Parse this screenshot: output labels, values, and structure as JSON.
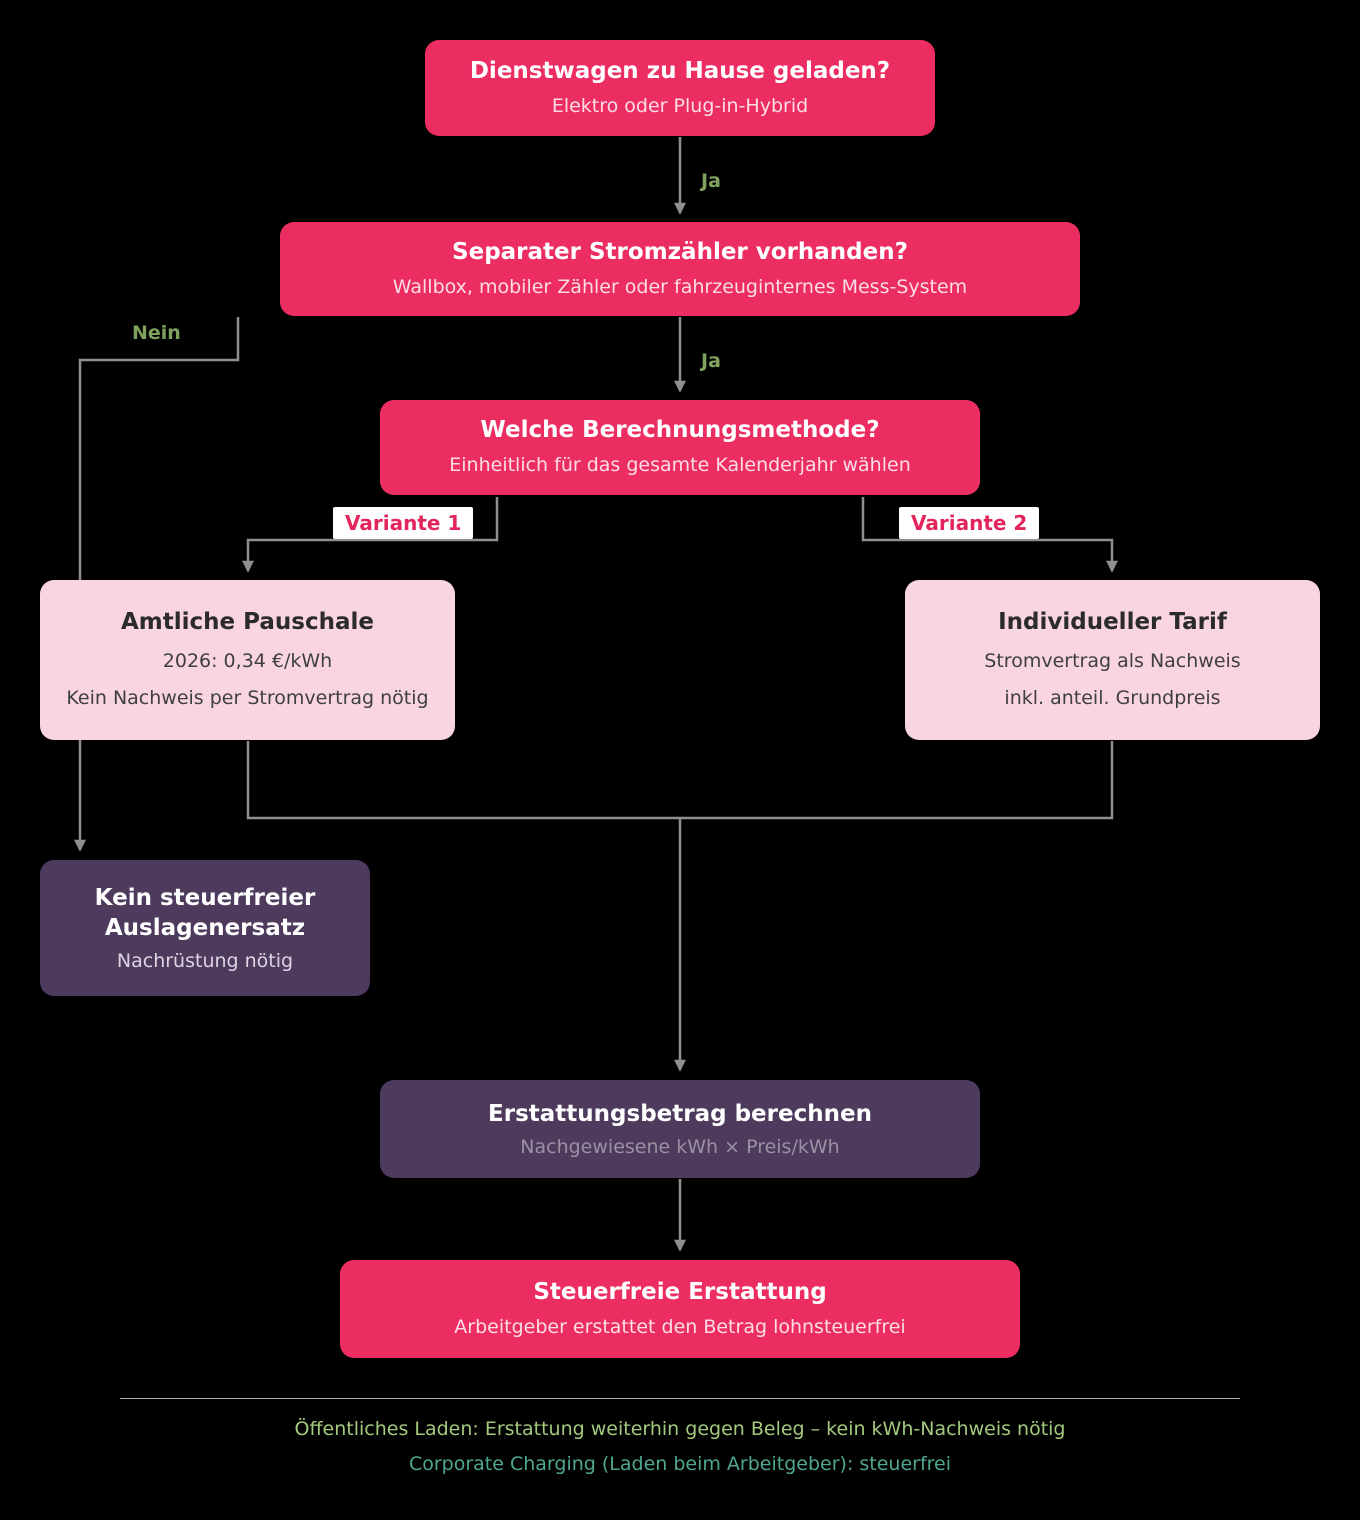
{
  "nodes": {
    "start": {
      "title": "Dienstwagen zu Hause geladen?",
      "subtitle": "Elektro oder Plug-in-Hybrid"
    },
    "meter": {
      "title": "Separater Stromzähler vorhanden?",
      "subtitle": "Wallbox, mobiler Zähler oder fahrzeuginternes Mess-System"
    },
    "method": {
      "title": "Welche Berechnungsmethode?",
      "subtitle": "Einheitlich für das gesamte Kalenderjahr wählen"
    },
    "flat_rate": {
      "title": "Amtliche Pauschale",
      "line1": "2026: 0,34 €/kWh",
      "line2": "Kein Nachweis per Stromvertrag nötig"
    },
    "individual_tariff": {
      "title": "Individueller Tarif",
      "line1": "Stromvertrag als Nachweis",
      "line2": "inkl. anteil. Grundpreis"
    },
    "no_reimbursement": {
      "title": "Kein steuerfreier Auslagenersatz",
      "subtitle": "Nachrüstung nötig"
    },
    "calculate": {
      "title": "Erstattungsbetrag berechnen",
      "subtitle": "Nachgewiesene kWh × Preis/kWh"
    },
    "tax_free": {
      "title": "Steuerfreie Erstattung",
      "subtitle": "Arbeitgeber erstattet den Betrag lohnsteuerfrei"
    }
  },
  "edge_labels": {
    "yes1": "Ja",
    "yes2": "Ja",
    "no": "Nein",
    "variant1": "Variante 1",
    "variant2": "Variante 2"
  },
  "footer": {
    "line1": "Öffentliches Laden: Erstattung weiterhin gegen Beleg – kein kWh-Nachweis nötig",
    "line2": "Corporate Charging (Laden beim Arbeitgeber): steuerfrei"
  },
  "colors": {
    "background": "#000000",
    "primary_pink": "#EC2D62",
    "light_pink": "#F9D5E0",
    "purple": "#4D3A5C",
    "connector": "#8F8F8F",
    "label_green": "#7FA35F",
    "footer_green": "#A3C97D",
    "footer_teal": "#4FA691",
    "badge_text": "#E2265B"
  }
}
